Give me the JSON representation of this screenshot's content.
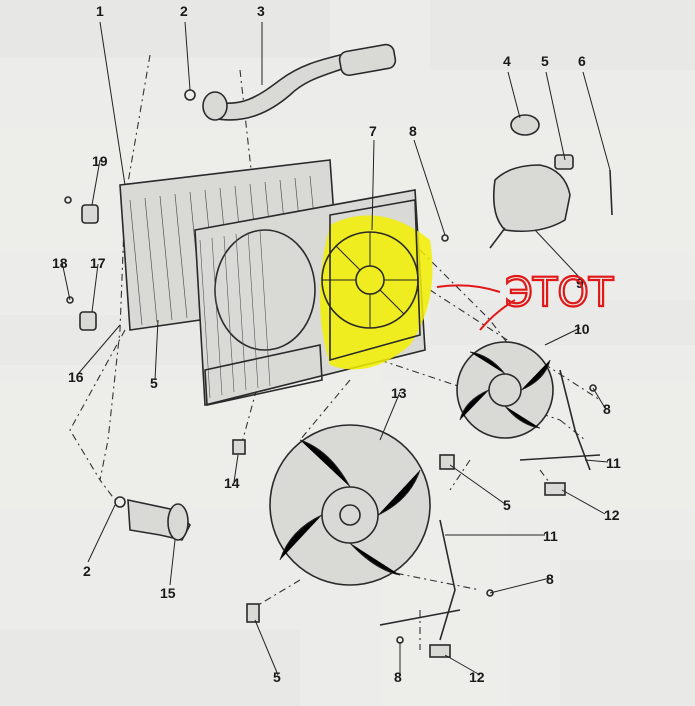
{
  "callouts": {
    "c1": "1",
    "c2a": "2",
    "c3": "3",
    "c4": "4",
    "c5a": "5",
    "c6": "6",
    "c7": "7",
    "c8a": "8",
    "c9": "9",
    "c10": "10",
    "c8b": "8",
    "c11a": "11",
    "c12a": "12",
    "c13": "13",
    "c14": "14",
    "c5b": "5",
    "c11b": "11",
    "c8c": "8",
    "c12b": "12",
    "c8d": "8",
    "c5c": "5",
    "c2b": "2",
    "c15": "15",
    "c16": "16",
    "c5d": "5",
    "c17": "17",
    "c18": "18",
    "c19": "19"
  },
  "annotation": {
    "handwriting": "ЭТОТ",
    "highlight_color": "#f2f000",
    "ink_color": "#e01818"
  }
}
